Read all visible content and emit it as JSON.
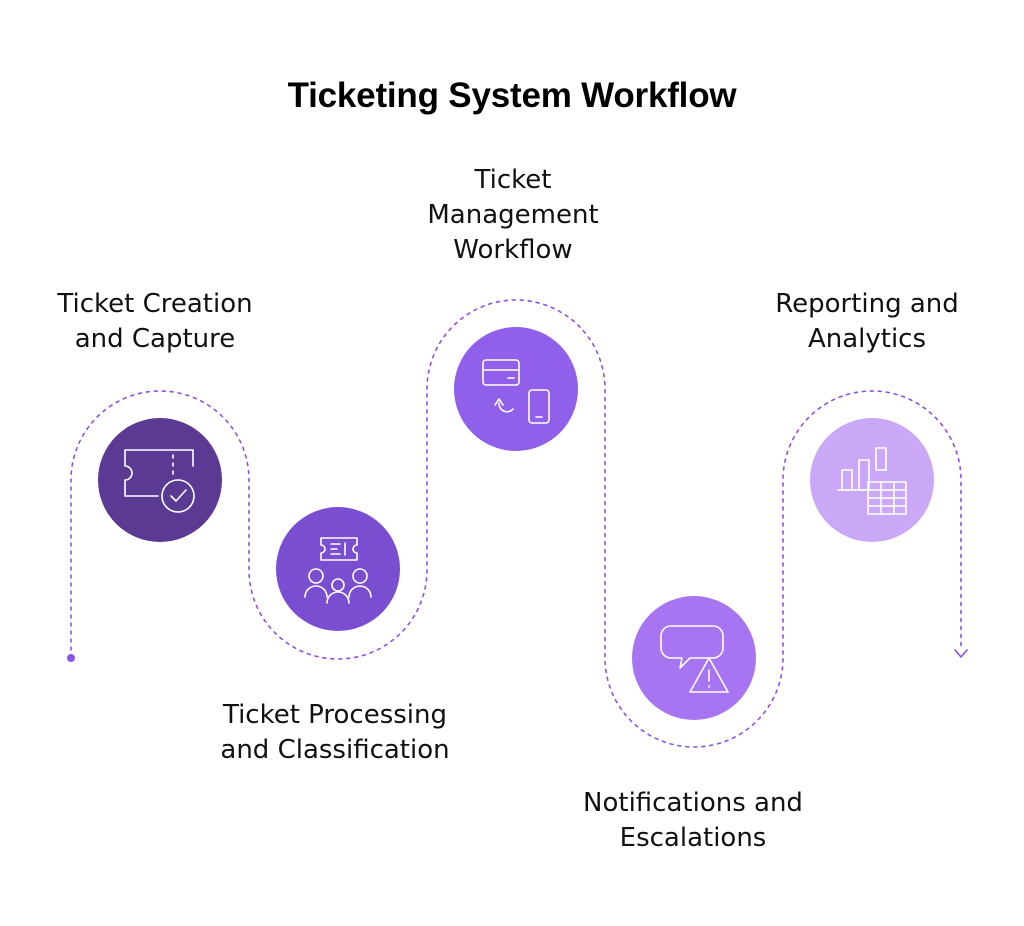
{
  "title": "Ticketing System Workflow",
  "colors": {
    "path": "#8a54e6",
    "step1": "#5b3a94",
    "step2": "#7a4ed1",
    "step3": "#9160ea",
    "step4": "#a774f2",
    "step5": "#c9a8f7",
    "icon_stroke": "#ffffff"
  },
  "steps": [
    {
      "label_lines": [
        "Ticket Creation",
        "and Capture"
      ],
      "icon": "ticket-check-icon"
    },
    {
      "label_lines": [
        "Ticket Processing",
        "and Classification"
      ],
      "icon": "ticket-team-icon"
    },
    {
      "label_lines": [
        "Ticket",
        "Management",
        "Workflow"
      ],
      "icon": "card-phone-sync-icon"
    },
    {
      "label_lines": [
        "Notifications and",
        "Escalations"
      ],
      "icon": "chat-alert-icon"
    },
    {
      "label_lines": [
        "Reporting and",
        "Analytics"
      ],
      "icon": "chart-table-icon"
    }
  ]
}
